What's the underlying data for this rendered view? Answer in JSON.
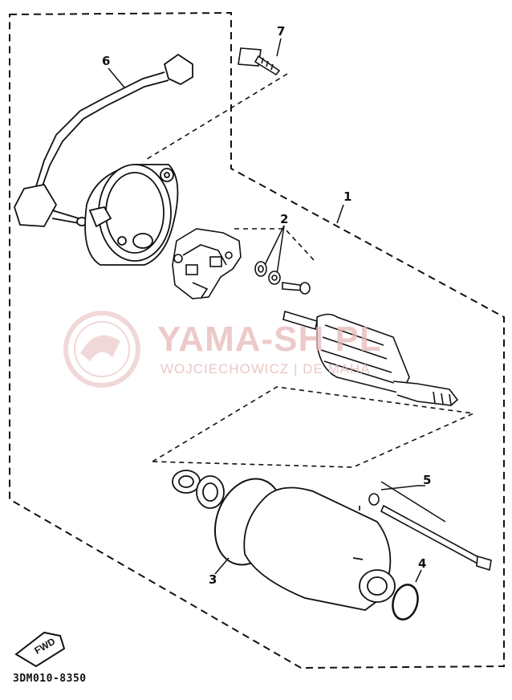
{
  "callouts": {
    "c1": "1",
    "c2": "2",
    "c3": "3",
    "c4": "4",
    "c5": "5",
    "c6": "6",
    "c7": "7"
  },
  "fwd_label": "FWD",
  "diagram_code": "3DM010-8350",
  "watermark": {
    "title": "YAMA-SH     PL",
    "subtitle": "WOJCIECHOWICZ | DE          MAHA"
  },
  "colors": {
    "ink": "#111111",
    "watermark": "#e6b9b9"
  }
}
